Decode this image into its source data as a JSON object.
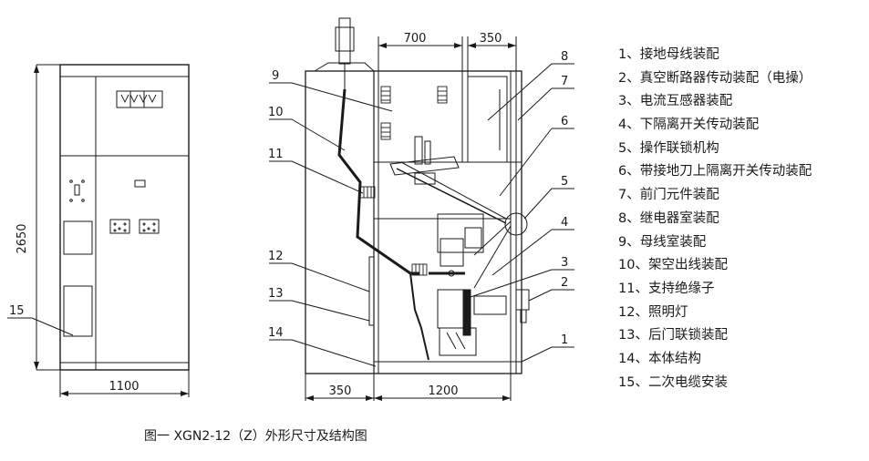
{
  "dimensions": {
    "front_height": "2650",
    "front_width": "1100",
    "side_top_left": "700",
    "side_top_right": "350",
    "side_bottom_left": "350",
    "side_bottom_right": "1200"
  },
  "callouts": [
    "1",
    "2",
    "3",
    "4",
    "5",
    "6",
    "7",
    "8",
    "9",
    "10",
    "11",
    "12",
    "13",
    "14",
    "15"
  ],
  "legend": [
    "1、接地母线装配",
    "2、真空断路器传动装配（电操）",
    "3、电流互感器装配",
    "4、下隔离开关传动装配",
    "5、操作联锁机构",
    "6、带接地刀上隔离开关传动装配",
    "7、前门元件装配",
    "8、继电器室装配",
    "9、母线室装配",
    "10、架空出线装配",
    "11、支持绝缘子",
    "12、照明灯",
    "13、后门联锁装配",
    "14、本体结构",
    "15、二次电缆安装"
  ],
  "caption": "图一 XGN2-12（Z）外形尺寸及结构图"
}
